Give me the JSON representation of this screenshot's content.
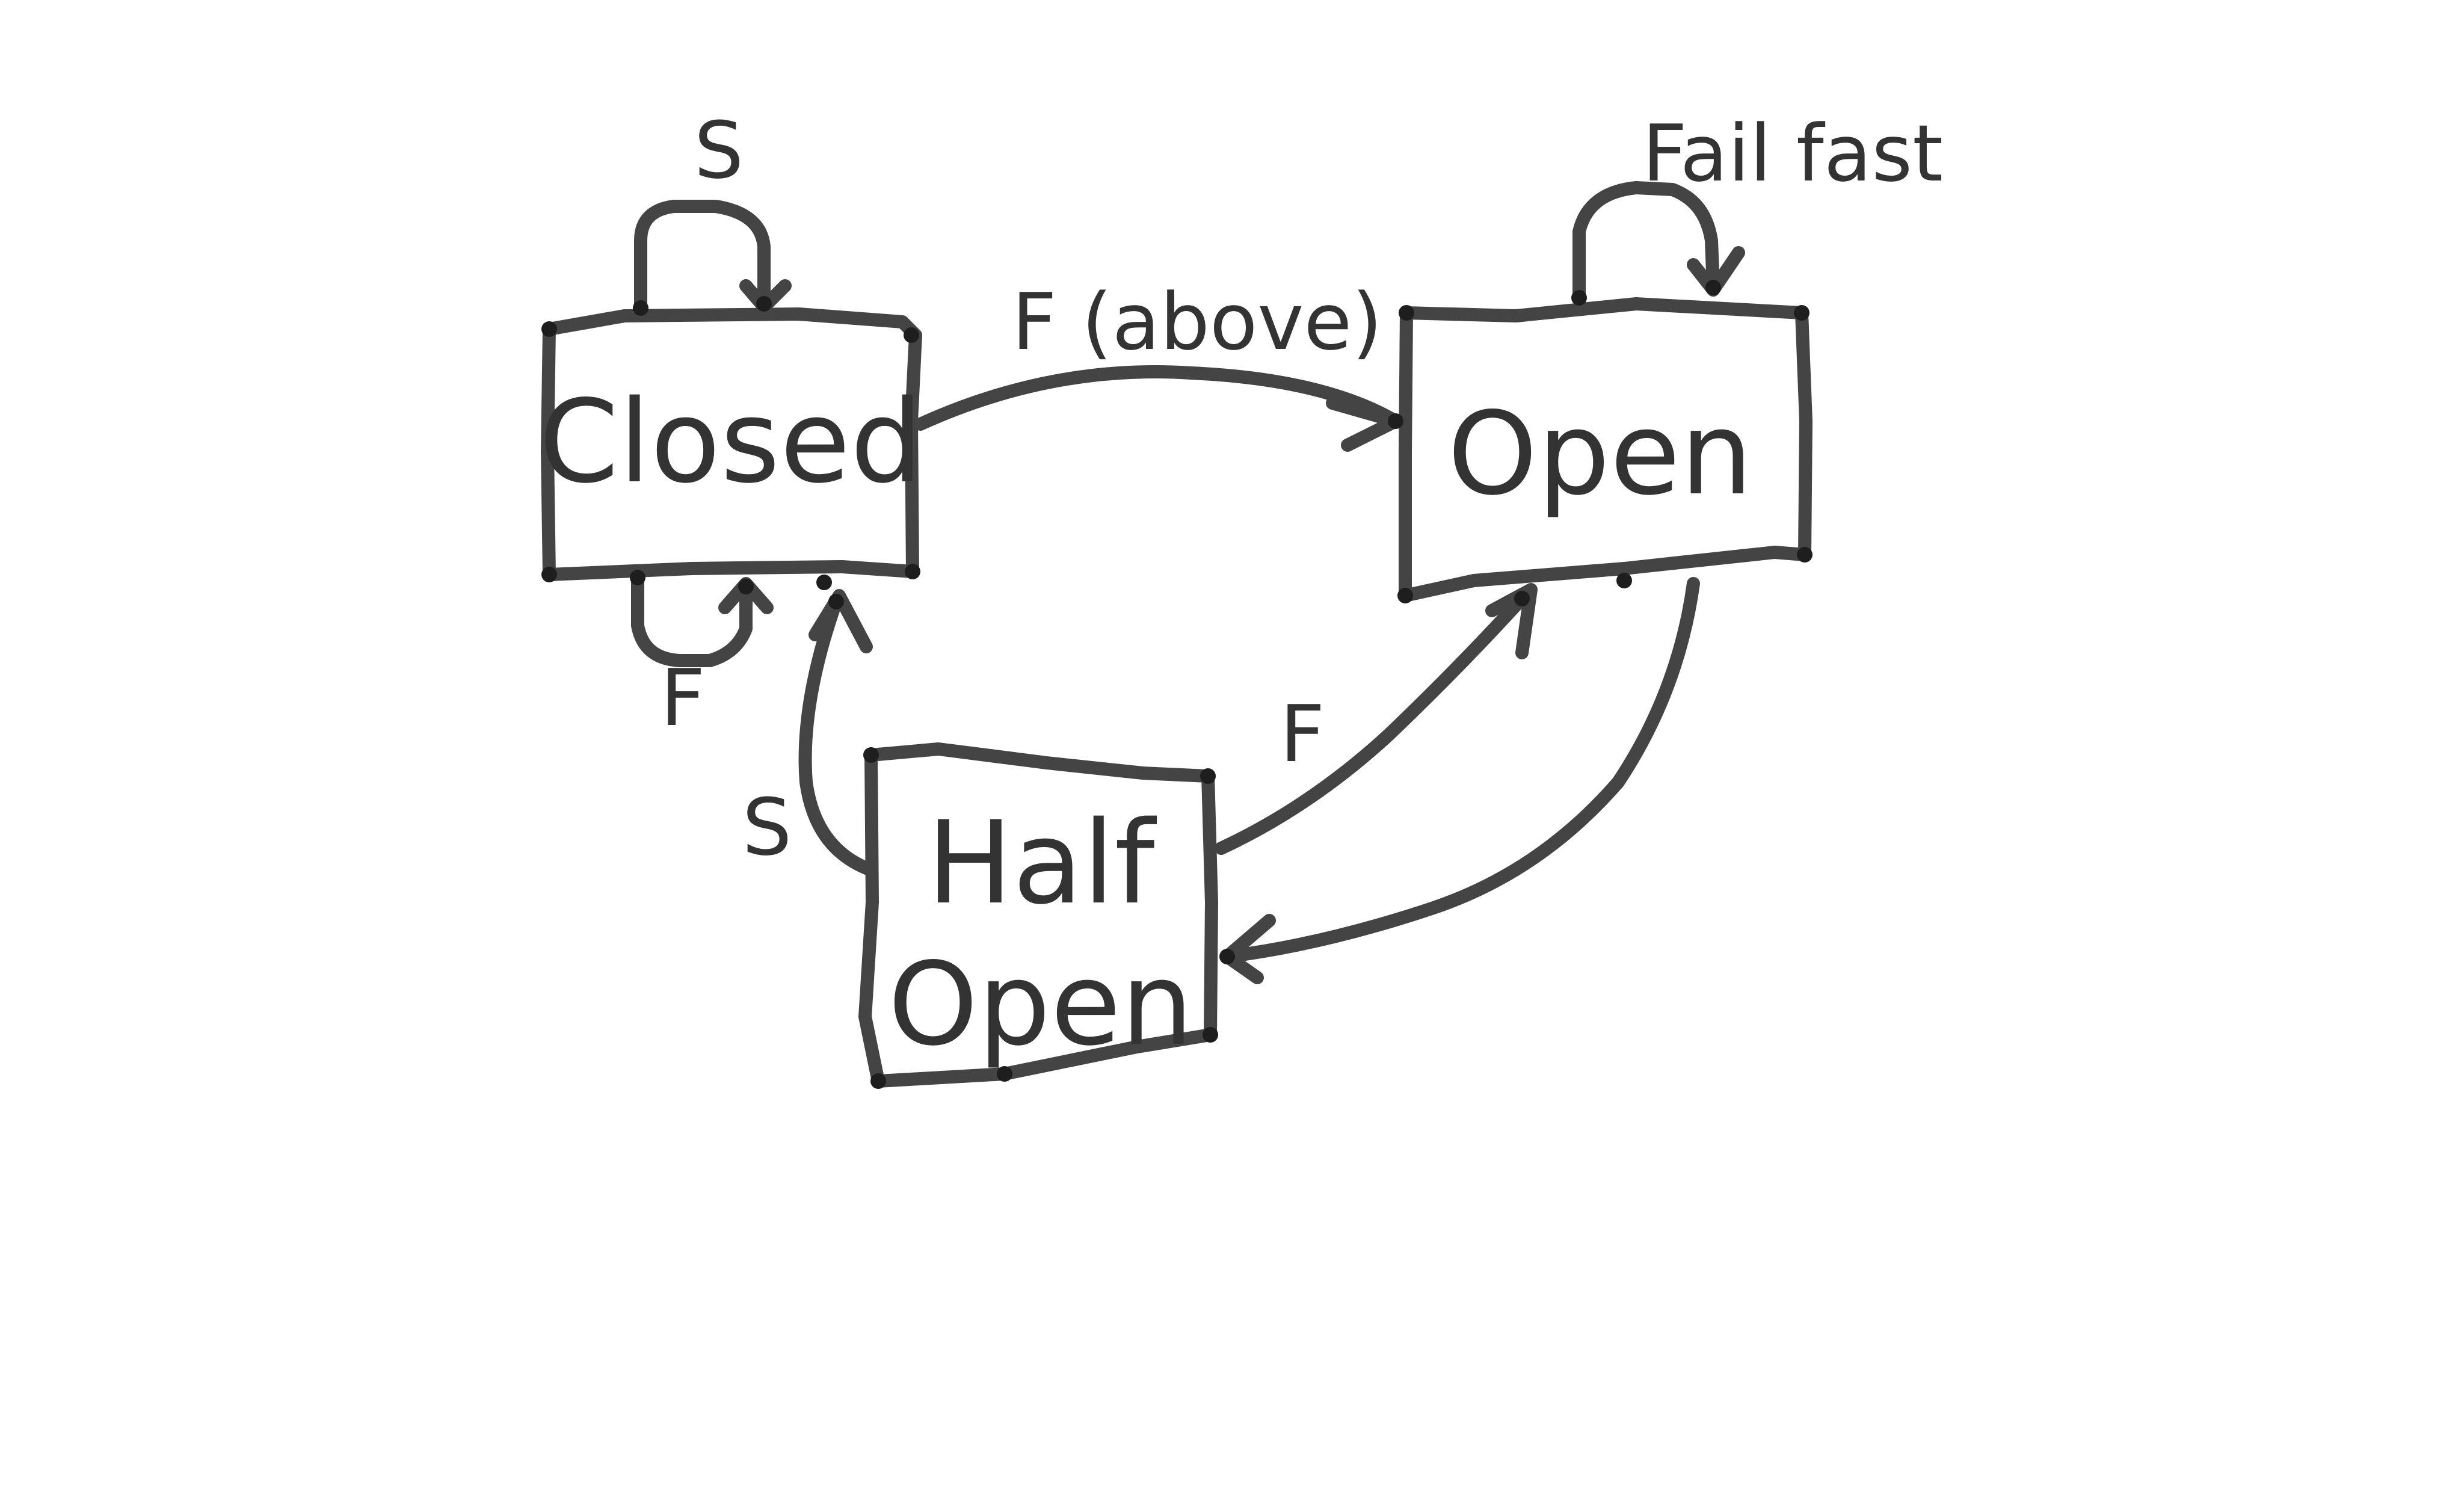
{
  "diagram": {
    "states": {
      "closed": {
        "label": "Closed"
      },
      "open": {
        "label": "Open"
      },
      "half_open": {
        "label_line1": "Half",
        "label_line2": "Open"
      }
    },
    "transitions": {
      "closed_self_top": {
        "label": "S"
      },
      "closed_self_bottom": {
        "label": "F"
      },
      "closed_to_open": {
        "label": "F (above)"
      },
      "open_self": {
        "label": "Fail fast"
      },
      "half_open_to_open": {
        "label": "F"
      },
      "half_open_to_closed": {
        "label": "S"
      }
    },
    "colors": {
      "ink": "#444444",
      "background": "#ffffff"
    }
  }
}
